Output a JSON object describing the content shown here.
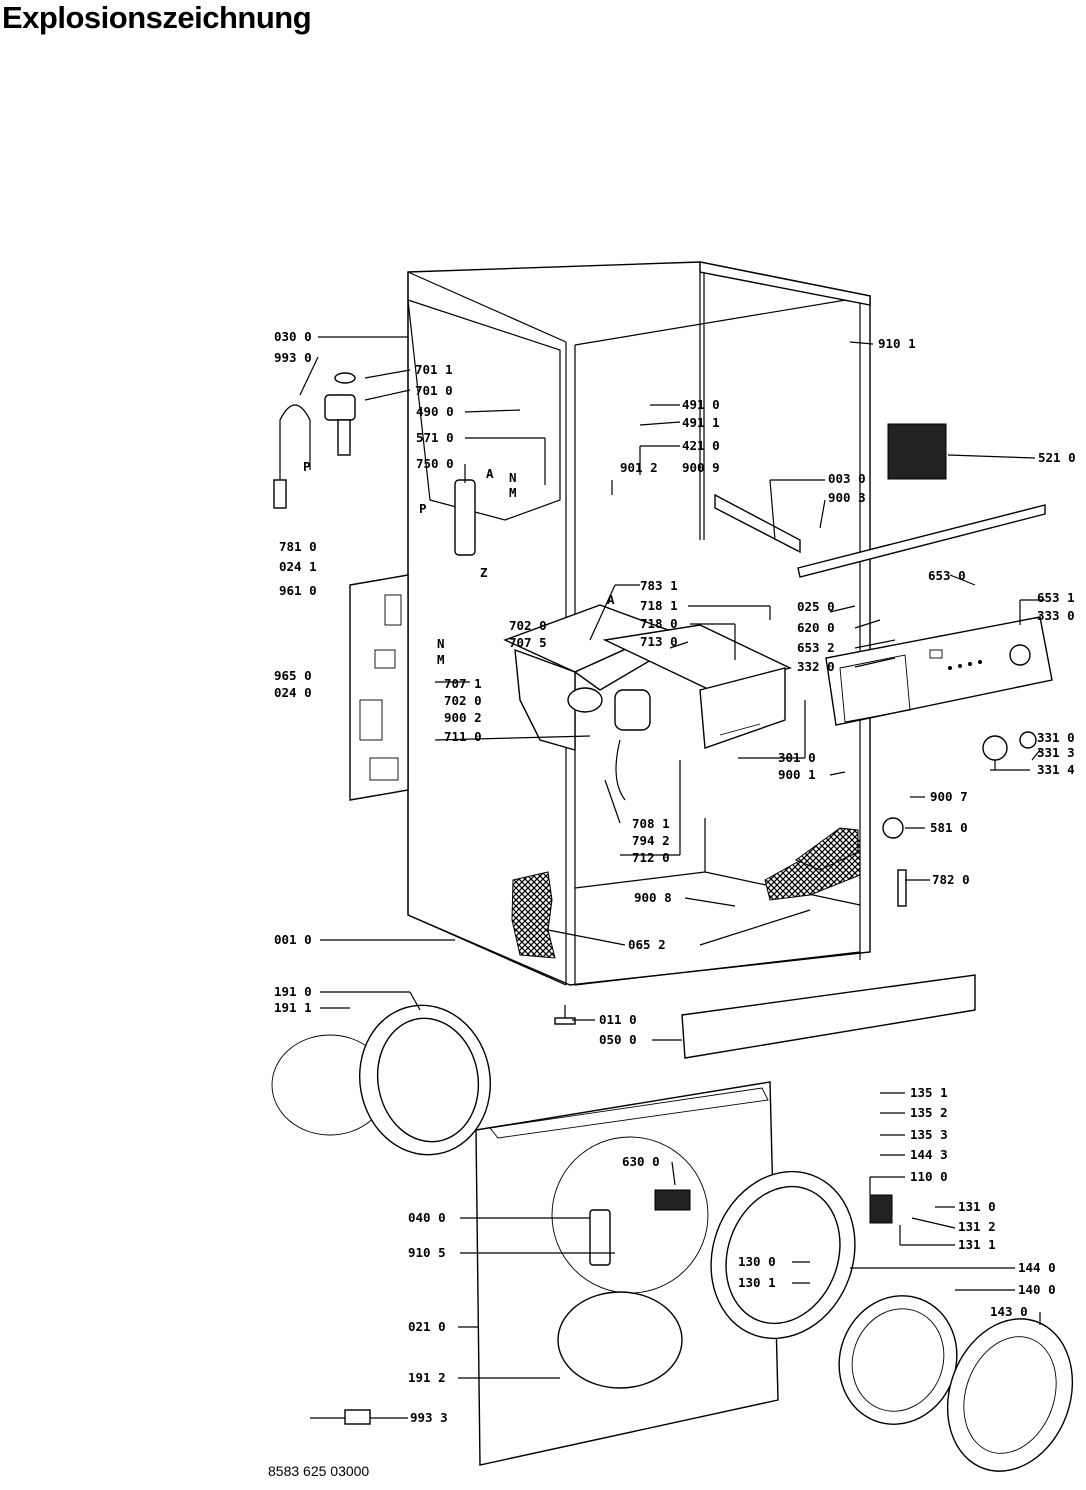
{
  "page": {
    "title": "Explosionszeichnung",
    "doc_number": "8583 625 03000"
  },
  "labels": [
    {
      "id": "030-0",
      "text": "030 0"
    },
    {
      "id": "993-0",
      "text": "993 0"
    },
    {
      "id": "701-1",
      "text": "701 1"
    },
    {
      "id": "701-0",
      "text": "701 0"
    },
    {
      "id": "490-0",
      "text": "490 0"
    },
    {
      "id": "571-0",
      "text": "571 0"
    },
    {
      "id": "750-0",
      "text": "750 0"
    },
    {
      "id": "781-0",
      "text": "781 0"
    },
    {
      "id": "024-1",
      "text": "024 1"
    },
    {
      "id": "961-0",
      "text": "961 0"
    },
    {
      "id": "965-0",
      "text": "965 0"
    },
    {
      "id": "024-0",
      "text": "024 0"
    },
    {
      "id": "910-1",
      "text": "910 1"
    },
    {
      "id": "491-0",
      "text": "491 0"
    },
    {
      "id": "491-1",
      "text": "491 1"
    },
    {
      "id": "421-0",
      "text": "421 0"
    },
    {
      "id": "901-2",
      "text": "901 2"
    },
    {
      "id": "900-9",
      "text": "900 9"
    },
    {
      "id": "003-0",
      "text": "003 0"
    },
    {
      "id": "900-3",
      "text": "900 3"
    },
    {
      "id": "521-0",
      "text": "521 0"
    },
    {
      "id": "783-1",
      "text": "783 1"
    },
    {
      "id": "718-1",
      "text": "718 1"
    },
    {
      "id": "718-0",
      "text": "718 0"
    },
    {
      "id": "713-0",
      "text": "713 0"
    },
    {
      "id": "702-0-a",
      "text": "702 0"
    },
    {
      "id": "707-5",
      "text": "707 5"
    },
    {
      "id": "707-1",
      "text": "707 1"
    },
    {
      "id": "702-0-b",
      "text": "702 0"
    },
    {
      "id": "900-2",
      "text": "900 2"
    },
    {
      "id": "711-0",
      "text": "711 0"
    },
    {
      "id": "708-1",
      "text": "708 1"
    },
    {
      "id": "794-2",
      "text": "794 2"
    },
    {
      "id": "712-0",
      "text": "712 0"
    },
    {
      "id": "025-0",
      "text": "025 0"
    },
    {
      "id": "653-0",
      "text": "653 0"
    },
    {
      "id": "653-1",
      "text": "653 1"
    },
    {
      "id": "333-0",
      "text": "333 0"
    },
    {
      "id": "620-0",
      "text": "620 0"
    },
    {
      "id": "653-2",
      "text": "653 2"
    },
    {
      "id": "332-0",
      "text": "332 0"
    },
    {
      "id": "331-0",
      "text": "331 0"
    },
    {
      "id": "331-3",
      "text": "331 3"
    },
    {
      "id": "331-4",
      "text": "331 4"
    },
    {
      "id": "301-0",
      "text": "301 0"
    },
    {
      "id": "900-1",
      "text": "900 1"
    },
    {
      "id": "900-7",
      "text": "900 7"
    },
    {
      "id": "581-0",
      "text": "581 0"
    },
    {
      "id": "782-0",
      "text": "782 0"
    },
    {
      "id": "900-8",
      "text": "900 8"
    },
    {
      "id": "065-2",
      "text": "065 2"
    },
    {
      "id": "001-0",
      "text": "001 0"
    },
    {
      "id": "191-0",
      "text": "191 0"
    },
    {
      "id": "191-1",
      "text": "191 1"
    },
    {
      "id": "011-0",
      "text": "011 0"
    },
    {
      "id": "050-0",
      "text": "050 0"
    },
    {
      "id": "135-1",
      "text": "135 1"
    },
    {
      "id": "135-2",
      "text": "135 2"
    },
    {
      "id": "135-3",
      "text": "135 3"
    },
    {
      "id": "144-3",
      "text": "144 3"
    },
    {
      "id": "110-0",
      "text": "110 0"
    },
    {
      "id": "131-0",
      "text": "131 0"
    },
    {
      "id": "131-2",
      "text": "131 2"
    },
    {
      "id": "131-1",
      "text": "131 1"
    },
    {
      "id": "630-0",
      "text": "630 0"
    },
    {
      "id": "040-0",
      "text": "040 0"
    },
    {
      "id": "910-5",
      "text": "910 5"
    },
    {
      "id": "130-0",
      "text": "130 0"
    },
    {
      "id": "130-1",
      "text": "130 1"
    },
    {
      "id": "144-0",
      "text": "144 0"
    },
    {
      "id": "140-0",
      "text": "140 0"
    },
    {
      "id": "143-0",
      "text": "143 0"
    },
    {
      "id": "021-0",
      "text": "021 0"
    },
    {
      "id": "191-2",
      "text": "191 2"
    },
    {
      "id": "993-3",
      "text": "993 3"
    }
  ],
  "markers": [
    {
      "id": "A-top",
      "text": "A"
    },
    {
      "id": "A-mid",
      "text": "A"
    },
    {
      "id": "P-1",
      "text": "P"
    },
    {
      "id": "P-2",
      "text": "P"
    },
    {
      "id": "Z",
      "text": "Z"
    },
    {
      "id": "N-1",
      "text": "N"
    },
    {
      "id": "M-1",
      "text": "M"
    },
    {
      "id": "N-2",
      "text": "N"
    },
    {
      "id": "M-2",
      "text": "M"
    }
  ]
}
